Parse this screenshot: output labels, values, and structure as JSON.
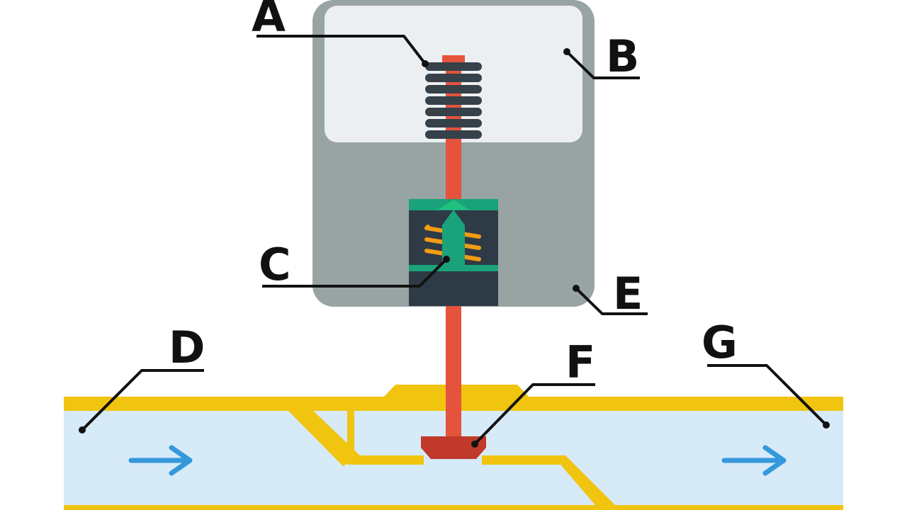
{
  "diagram": {
    "labels": {
      "a": "A",
      "b": "B",
      "c": "C",
      "d": "D",
      "e": "E",
      "f": "F",
      "g": "G"
    },
    "colors": {
      "housing_frame": "#98A4A3",
      "housing_window": "#ECEFF1",
      "coil": "#36414A",
      "plunger": "#E5533D",
      "valve_seat": "#C0392B",
      "spring_chamber": "#2E3B47",
      "spring_guide": "#1AA37A",
      "spring": "#F39C12",
      "pipe_wall": "#F1C40F",
      "fluid": "#D6EAF8",
      "flow_arrow": "#3498DB"
    },
    "icons": {
      "flow_arrows": "right-arrow-icon"
    }
  }
}
